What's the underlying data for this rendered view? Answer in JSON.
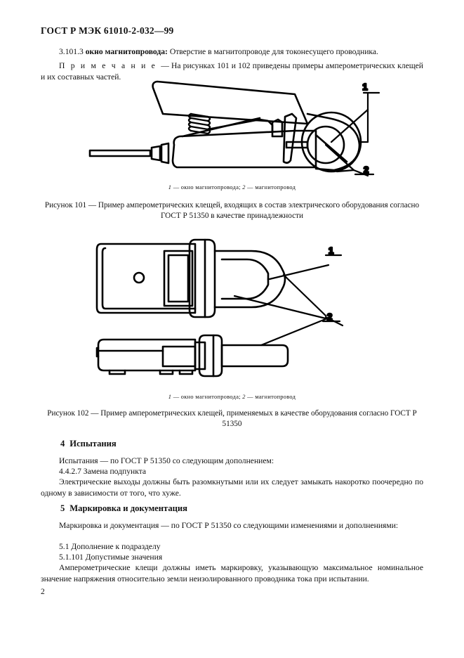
{
  "document": {
    "header": "ГОСТ Р МЭК 61010-2-032—99",
    "page_number": "2"
  },
  "clause_3_101_3": {
    "number": "3.101.3",
    "term": "окно магнитопровода:",
    "definition": " Отверстие в магнитопроводе для токонесущего проводника."
  },
  "note": {
    "label": "П р и м е ч а н и е ",
    "text": "— На рисунках 101 и 102 приведены примеры амперометрических клещей и их составных частей."
  },
  "figure_101": {
    "legend_item_1_num": "1",
    "legend_item_1_text": " — окно магнитопровода; ",
    "legend_item_2_num": "2",
    "legend_item_2_text": " — магнитопровод",
    "caption": "Рисунок 101 — Пример амперометрических клещей, входящих в состав электрического оборудования согласно ГОСТ Р 51350 в качестве принадлежности",
    "callout_1": "1",
    "callout_2": "2"
  },
  "figure_102": {
    "legend_item_1_num": "1",
    "legend_item_1_text": " — окно магнитопровода; ",
    "legend_item_2_num": "2",
    "legend_item_2_text": " — магнитопровод",
    "caption": "Рисунок 102 — Пример амперометрических клещей, применяемых в качестве оборудования согласно ГОСТ Р 51350",
    "callout_1": "1",
    "callout_2": "2"
  },
  "section_4": {
    "number": "4",
    "title": "Испытания",
    "paragraph_1": "Испытания — по ГОСТ Р 51350 со следующим дополнением:",
    "paragraph_2": "4.4.2.7  Замена подпункта",
    "paragraph_3": "Электрические выходы должны быть разомкнутыми или их следует замыкать накоротко поочередно по одному в зависимости от того, что хуже."
  },
  "section_5": {
    "number": "5",
    "title": "Маркировка и документация",
    "paragraph_1": "Маркировка и документация — по ГОСТ Р 51350 со следующими изменениями и дополнениями:",
    "paragraph_2": "5.1  Дополнение к подразделу",
    "paragraph_3": "5.1.101  Допустимые значения",
    "paragraph_4": "Амперометрические клещи должны иметь маркировку, указывающую максимальное номинальное значение напряжения относительно земли неизолированного проводника тока при испытании."
  }
}
